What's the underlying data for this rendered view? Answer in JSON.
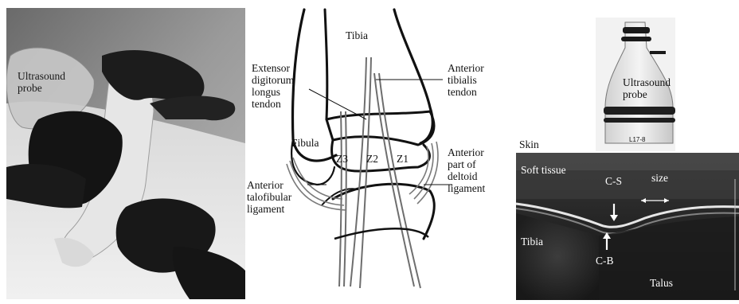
{
  "photo": {
    "probe_label": "Ultrasound\nprobe"
  },
  "diagram": {
    "tibia": "Tibia",
    "extensor": "Extensor\ndigitorum\nlongus\ntendon",
    "anterior_tibialis": "Anterior\ntibialis\ntendon",
    "fibula": "Fibula",
    "z3": "Z3",
    "z2": "Z2",
    "z1": "Z1",
    "deltoid": "Anterior\npart of\ndeltoid\nligament",
    "talofibular": "Anterior\ntalofibular\nligament"
  },
  "ultrasound": {
    "probe_label": "Ultrasound\nprobe",
    "probe_marking": "L17-8",
    "skin": "Skin",
    "soft_tissue": "Soft tissue",
    "cs": "C-S",
    "size": "size",
    "tibia": "Tibia",
    "cb": "C-B",
    "talus": "Talus"
  }
}
